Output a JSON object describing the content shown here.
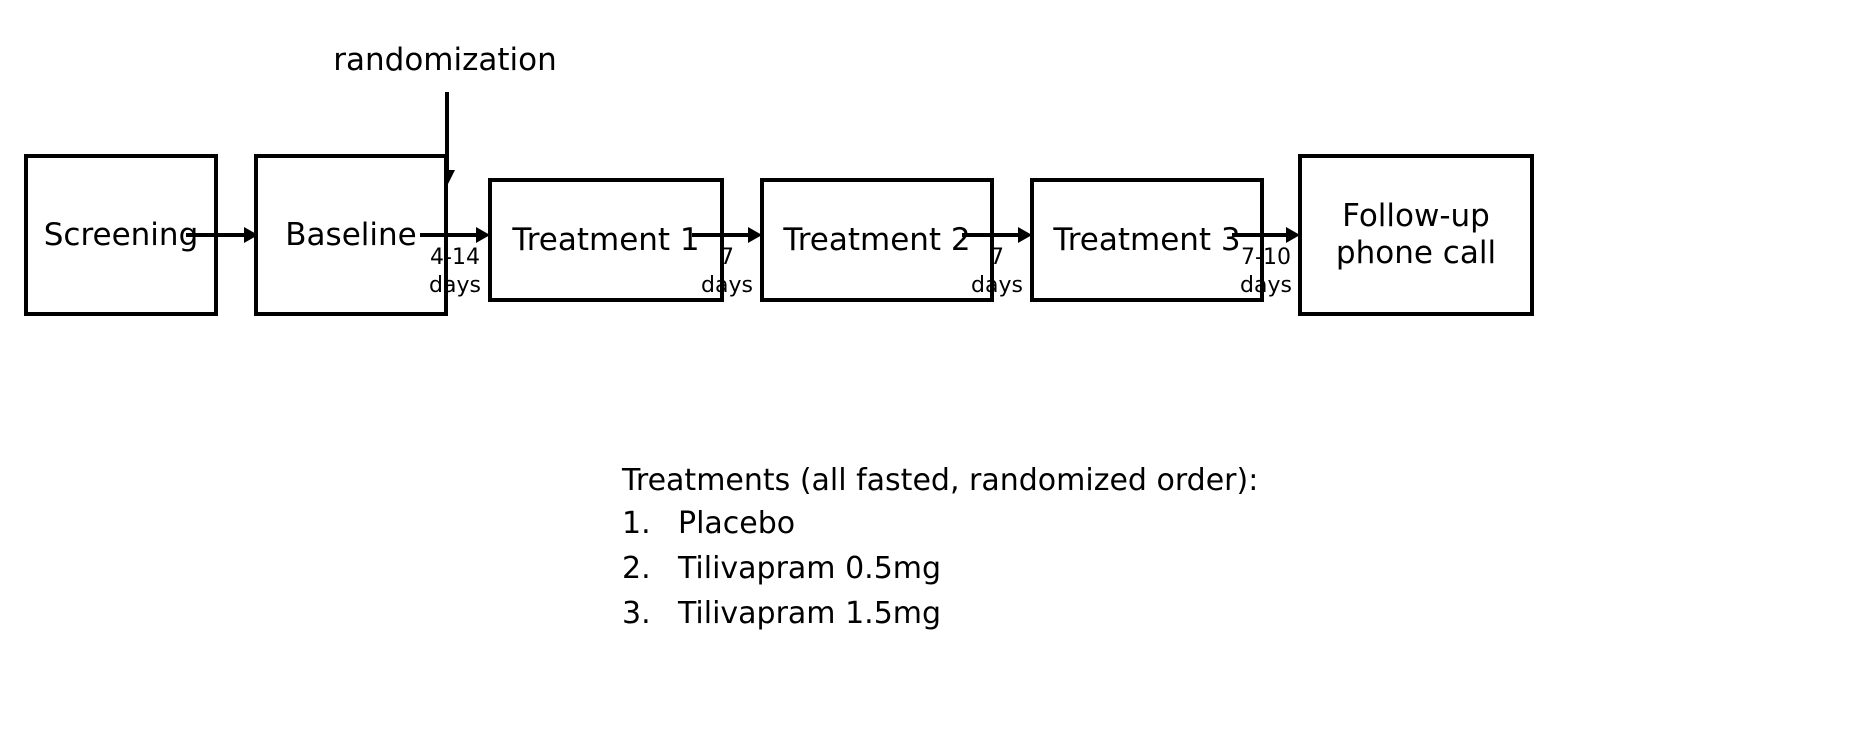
{
  "diagram": {
    "type": "clinical-trial-flow-diagram",
    "annotation": {
      "randomization_label": "randomization",
      "randomization_arrow_icon": "arrow-down-icon",
      "target_stage": "Treatment 1"
    },
    "stages": [
      {
        "id": "screening",
        "label": "Screening"
      },
      {
        "id": "baseline",
        "label": "Baseline"
      },
      {
        "id": "treatment-1",
        "label": "Treatment 1"
      },
      {
        "id": "treatment-2",
        "label": "Treatment 2"
      },
      {
        "id": "treatment-3",
        "label": "Treatment 3"
      },
      {
        "id": "followup",
        "label": "Follow-up\nphone call",
        "line1": "Follow-up",
        "line2": "phone call"
      }
    ],
    "connectors": [
      {
        "id": "conn-1",
        "from": "screening",
        "to": "baseline",
        "icon": "arrow-right-icon",
        "interval": null
      },
      {
        "id": "conn-2",
        "from": "baseline",
        "to": "treatment-1",
        "icon": "arrow-right-icon",
        "interval": {
          "value": "4-14",
          "unit": "days"
        }
      },
      {
        "id": "conn-3",
        "from": "treatment-1",
        "to": "treatment-2",
        "icon": "arrow-right-icon",
        "interval": {
          "value": "7",
          "unit": "days"
        }
      },
      {
        "id": "conn-4",
        "from": "treatment-2",
        "to": "treatment-3",
        "icon": "arrow-right-icon",
        "interval": {
          "value": "7",
          "unit": "days"
        }
      },
      {
        "id": "conn-5",
        "from": "treatment-3",
        "to": "followup",
        "icon": "arrow-right-icon",
        "interval": {
          "value": "7-10",
          "unit": "days"
        }
      }
    ],
    "intervals": [
      {
        "value": "4-14",
        "unit": "days"
      },
      {
        "value": "7",
        "unit": "days"
      },
      {
        "value": "7",
        "unit": "days"
      },
      {
        "value": "7-10",
        "unit": "days"
      }
    ],
    "legend": {
      "heading": "Treatments (all fasted, randomized order):",
      "items": [
        {
          "marker": "1.",
          "text": "Placebo"
        },
        {
          "marker": "2.",
          "text": "Tilivapram 0.5mg"
        },
        {
          "marker": "3.",
          "text": "Tilivapram 1.5mg"
        }
      ]
    },
    "colors": {
      "stroke": "#000000",
      "text": "#000000",
      "background": "#ffffff"
    }
  }
}
